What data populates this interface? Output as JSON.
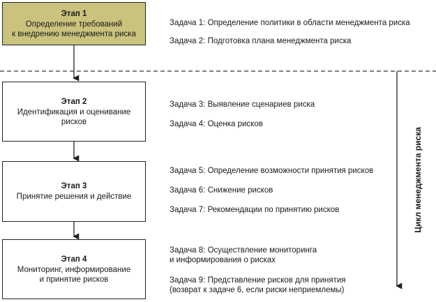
{
  "stages": [
    {
      "title": "Этап 1",
      "lines": [
        "Определение требований",
        "к внедрению менеджмента риска"
      ]
    },
    {
      "title": "Этап 2",
      "lines": [
        "Идентификация и оценивание",
        "рисков"
      ]
    },
    {
      "title": "Этап 3",
      "lines": [
        "Принятие решения и действие"
      ]
    },
    {
      "title": "Этап 4",
      "lines": [
        "Мониторинг, информирование",
        "и принятие рисков"
      ]
    }
  ],
  "tasks": [
    {
      "lines": [
        "Задача 1: Определение политики в области менеджмента риска"
      ]
    },
    {
      "lines": [
        "Задача 2: Подготовка плана менеджмента риска"
      ]
    },
    {
      "lines": [
        "Задача 3: Выявление сценариев риска"
      ]
    },
    {
      "lines": [
        "Задача 4: Оценка рисков"
      ]
    },
    {
      "lines": [
        "Задача 5: Определение возможности принятия рисков"
      ]
    },
    {
      "lines": [
        "Задача 6: Снижение рисков"
      ]
    },
    {
      "lines": [
        "Задача 7: Рекомендации по принятию рисков"
      ]
    },
    {
      "lines": [
        "Задача 8: Осуществление мониторинга",
        "и информирования о рисках"
      ]
    },
    {
      "lines": [
        "Задача 9: Представление рисков для принятия",
        "(возврат к задаче 6, если риски неприемлемы)"
      ]
    }
  ],
  "cycle_label": "Цикл менеджмента риска",
  "colors": {
    "stage1_fill": "#c9c37d",
    "border": "#222222",
    "dashed": "#333333"
  }
}
